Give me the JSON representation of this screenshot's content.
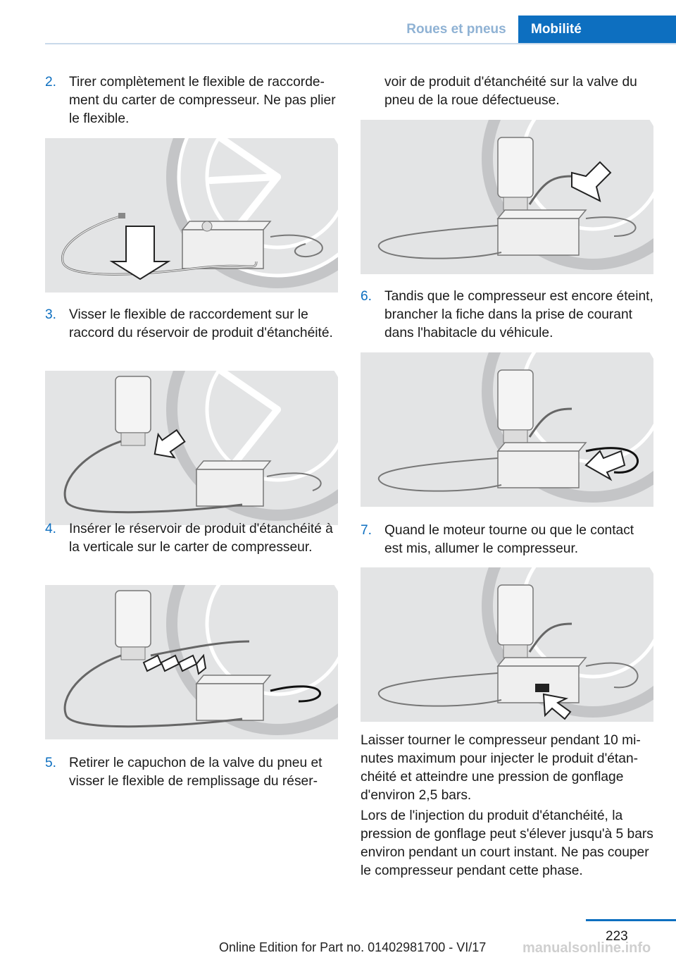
{
  "header": {
    "section": "Roues et pneus",
    "chapter": "Mobilité"
  },
  "steps": [
    {
      "number": "2.",
      "text": "Tirer complètement le flexible de raccorde­ment du carter de compresseur. Ne pas plier le flexible."
    },
    {
      "number": "3.",
      "text": "Visser le flexible de raccordement sur le raccord du réservoir de produit d'étan­chéité."
    },
    {
      "number": "4.",
      "text": "Insérer le réservoir de produit d'étanchéité à la verticale sur le carter de compresseur."
    },
    {
      "number": "5.",
      "text": "Retirer le capuchon de la valve du pneu et visser le flexible de remplissage du réser-"
    },
    {
      "number": "",
      "text": "voir de produit d'étanchéité sur la valve du pneu de la roue défectueuse."
    },
    {
      "number": "6.",
      "text": "Tandis que le compresseur est encore éteint, brancher la fiche dans la prise de courant dans l'habitacle du véhicule."
    },
    {
      "number": "7.",
      "text": "Quand le moteur tourne ou que le contact est mis, allumer le compresseur."
    }
  ],
  "paragraphs": [
    "Laisser tourner le compresseur pendant 10 mi­nutes maximum pour injecter le produit d'étan­chéité et atteindre une pression de gonflage d'environ 2,5 bars.",
    "Lors de l'injection du produit d'étanchéité, la pression de gonflage peut s'élever jusqu'à 5 bars environ pendant un court instant. Ne pas couper le compresseur pendant cette phase."
  ],
  "footer": {
    "page_number": "223",
    "edition": "Online Edition for Part no. 01402981700 - VI/17",
    "watermark": "manualsonline.info"
  },
  "colors": {
    "accent": "#0d6fc0",
    "figure_bg": "#e3e4e5"
  }
}
